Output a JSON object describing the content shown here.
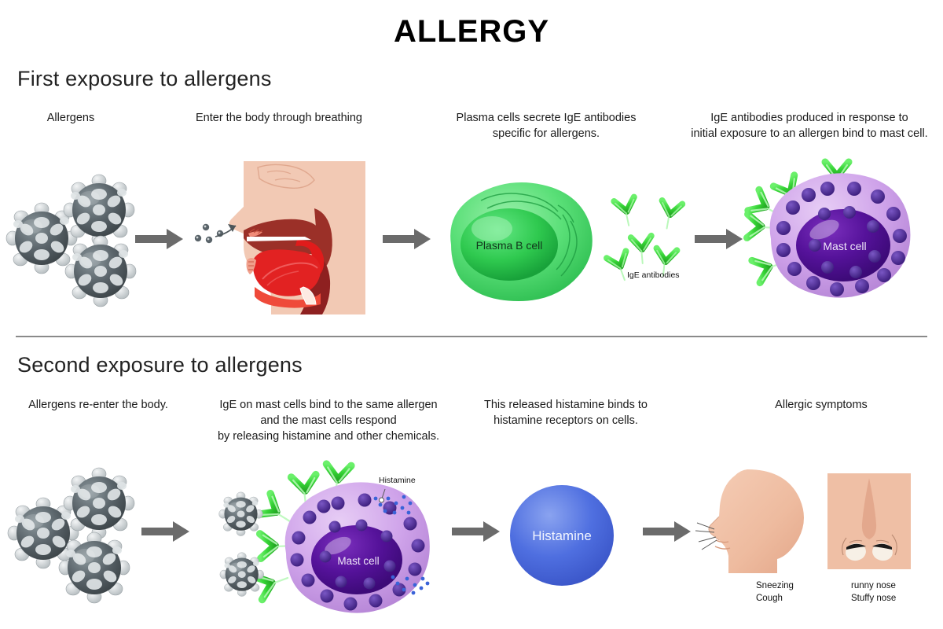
{
  "title": "ALLERGY",
  "sections": [
    {
      "id": "first-exposure",
      "heading": "First exposure to allergens",
      "captions": [
        "Allergens",
        "Enter the body through breathing",
        "Plasma cells secrete IgE antibodies\nspecific for allergens.",
        "IgE antibodies produced in response to\ninitial exposure to an allergen bind to mast cell."
      ],
      "cell_labels": {
        "plasma_b_cell": "Plasma B cell",
        "ige_antibodies": "IgE antibodies",
        "mast_cell": "Mast cell"
      }
    },
    {
      "id": "second-exposure",
      "heading": "Second exposure to allergens",
      "captions": [
        "Allergens re-enter the body.",
        "IgE on mast cells bind to the same allergen\nand the mast cells respond\nby releasing histamine and other chemicals.",
        "This released histamine binds to\nhistamine receptors on cells.",
        "Allergic symptoms"
      ],
      "cell_labels": {
        "mast_cell": "Mast cell",
        "histamine_callout": "Histamine",
        "histamine_molecule": "Histamine"
      },
      "symptoms": {
        "head": "Sneezing\nCough",
        "nose": "runny nose\nStuffy nose"
      }
    }
  ],
  "colors": {
    "arrow": "#6b6b6b",
    "divider": "#8a8a8a",
    "allergen_dark": "#4c5559",
    "allergen_light": "#e6e9ea",
    "plasma_cell": "#4bd86a",
    "plasma_nucleus": "#2ec14b",
    "antibody_green": "#3fd43f",
    "mast_cytoplasm": "#d4aae8",
    "mast_nucleus": "#4b0f8c",
    "granule": "#4b2a8c",
    "histamine_blue": "#4a6ee0",
    "histamine_dot": "#3a63d8",
    "skin": "#efbfa5",
    "skin_shadow": "#e0a98f",
    "mouth_red": "#e01b1b",
    "mouth_dark": "#8e2020",
    "text": "#1a1a1a"
  }
}
